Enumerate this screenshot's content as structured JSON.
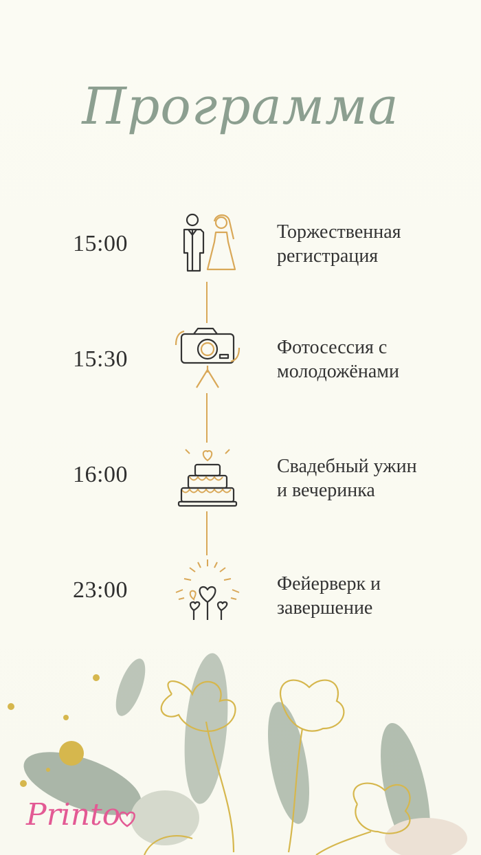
{
  "title": "Программа",
  "schedule": [
    {
      "time": "15:00",
      "line1": "Торжественная",
      "line2": "регистрация",
      "icon": "bride-groom-icon"
    },
    {
      "time": "15:30",
      "line1": "Фотосессия с",
      "line2": "молодожёнами",
      "icon": "camera-icon"
    },
    {
      "time": "16:00",
      "line1": "Свадебный ужин",
      "line2": "и вечеринка",
      "icon": "wedding-cake-icon"
    },
    {
      "time": "23:00",
      "line1": "Фейерверк и",
      "line2": "завершение",
      "icon": "fireworks-hearts-icon"
    }
  ],
  "brand": {
    "logo_text": "Printo"
  },
  "colors": {
    "background": "#fbfbf3",
    "title": "#8c9f90",
    "accent_gold": "#d9a858",
    "icon_dark": "#333333",
    "logo_pink": "#e35a94"
  }
}
